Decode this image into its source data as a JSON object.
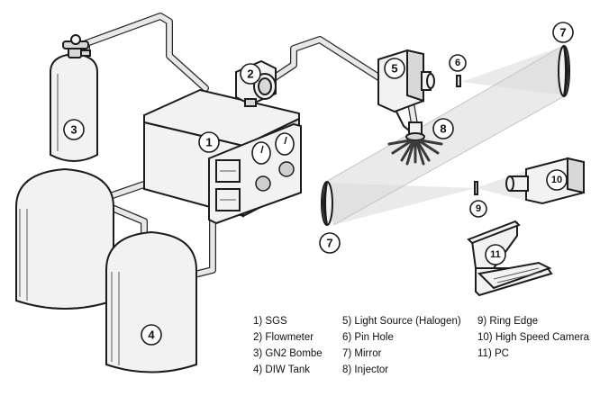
{
  "components": [
    {
      "id": "1",
      "name": "SGS"
    },
    {
      "id": "2",
      "name": "Flowmeter"
    },
    {
      "id": "3",
      "name": "GN2 Bombe"
    },
    {
      "id": "4",
      "name": "DIW Tank"
    },
    {
      "id": "5",
      "name": "Light Source (Halogen)"
    },
    {
      "id": "6",
      "name": "Pin Hole"
    },
    {
      "id": "7",
      "name": "Mirror"
    },
    {
      "id": "8",
      "name": "Injector"
    },
    {
      "id": "9",
      "name": "Ring Edge"
    },
    {
      "id": "10",
      "name": "High Speed Camera"
    },
    {
      "id": "11",
      "name": "PC"
    }
  ],
  "legend": {
    "col1": [
      "1)  SGS",
      "2)  Flowmeter",
      "3)  GN2 Bombe",
      "4)  DIW Tank"
    ],
    "col2": [
      "5)  Light Source (Halogen)",
      "6)  Pin Hole",
      "7)  Mirror",
      "8)  Injector"
    ],
    "col3": [
      "9)  Ring Edge",
      "10)  High Speed Camera",
      "11)  PC"
    ]
  }
}
